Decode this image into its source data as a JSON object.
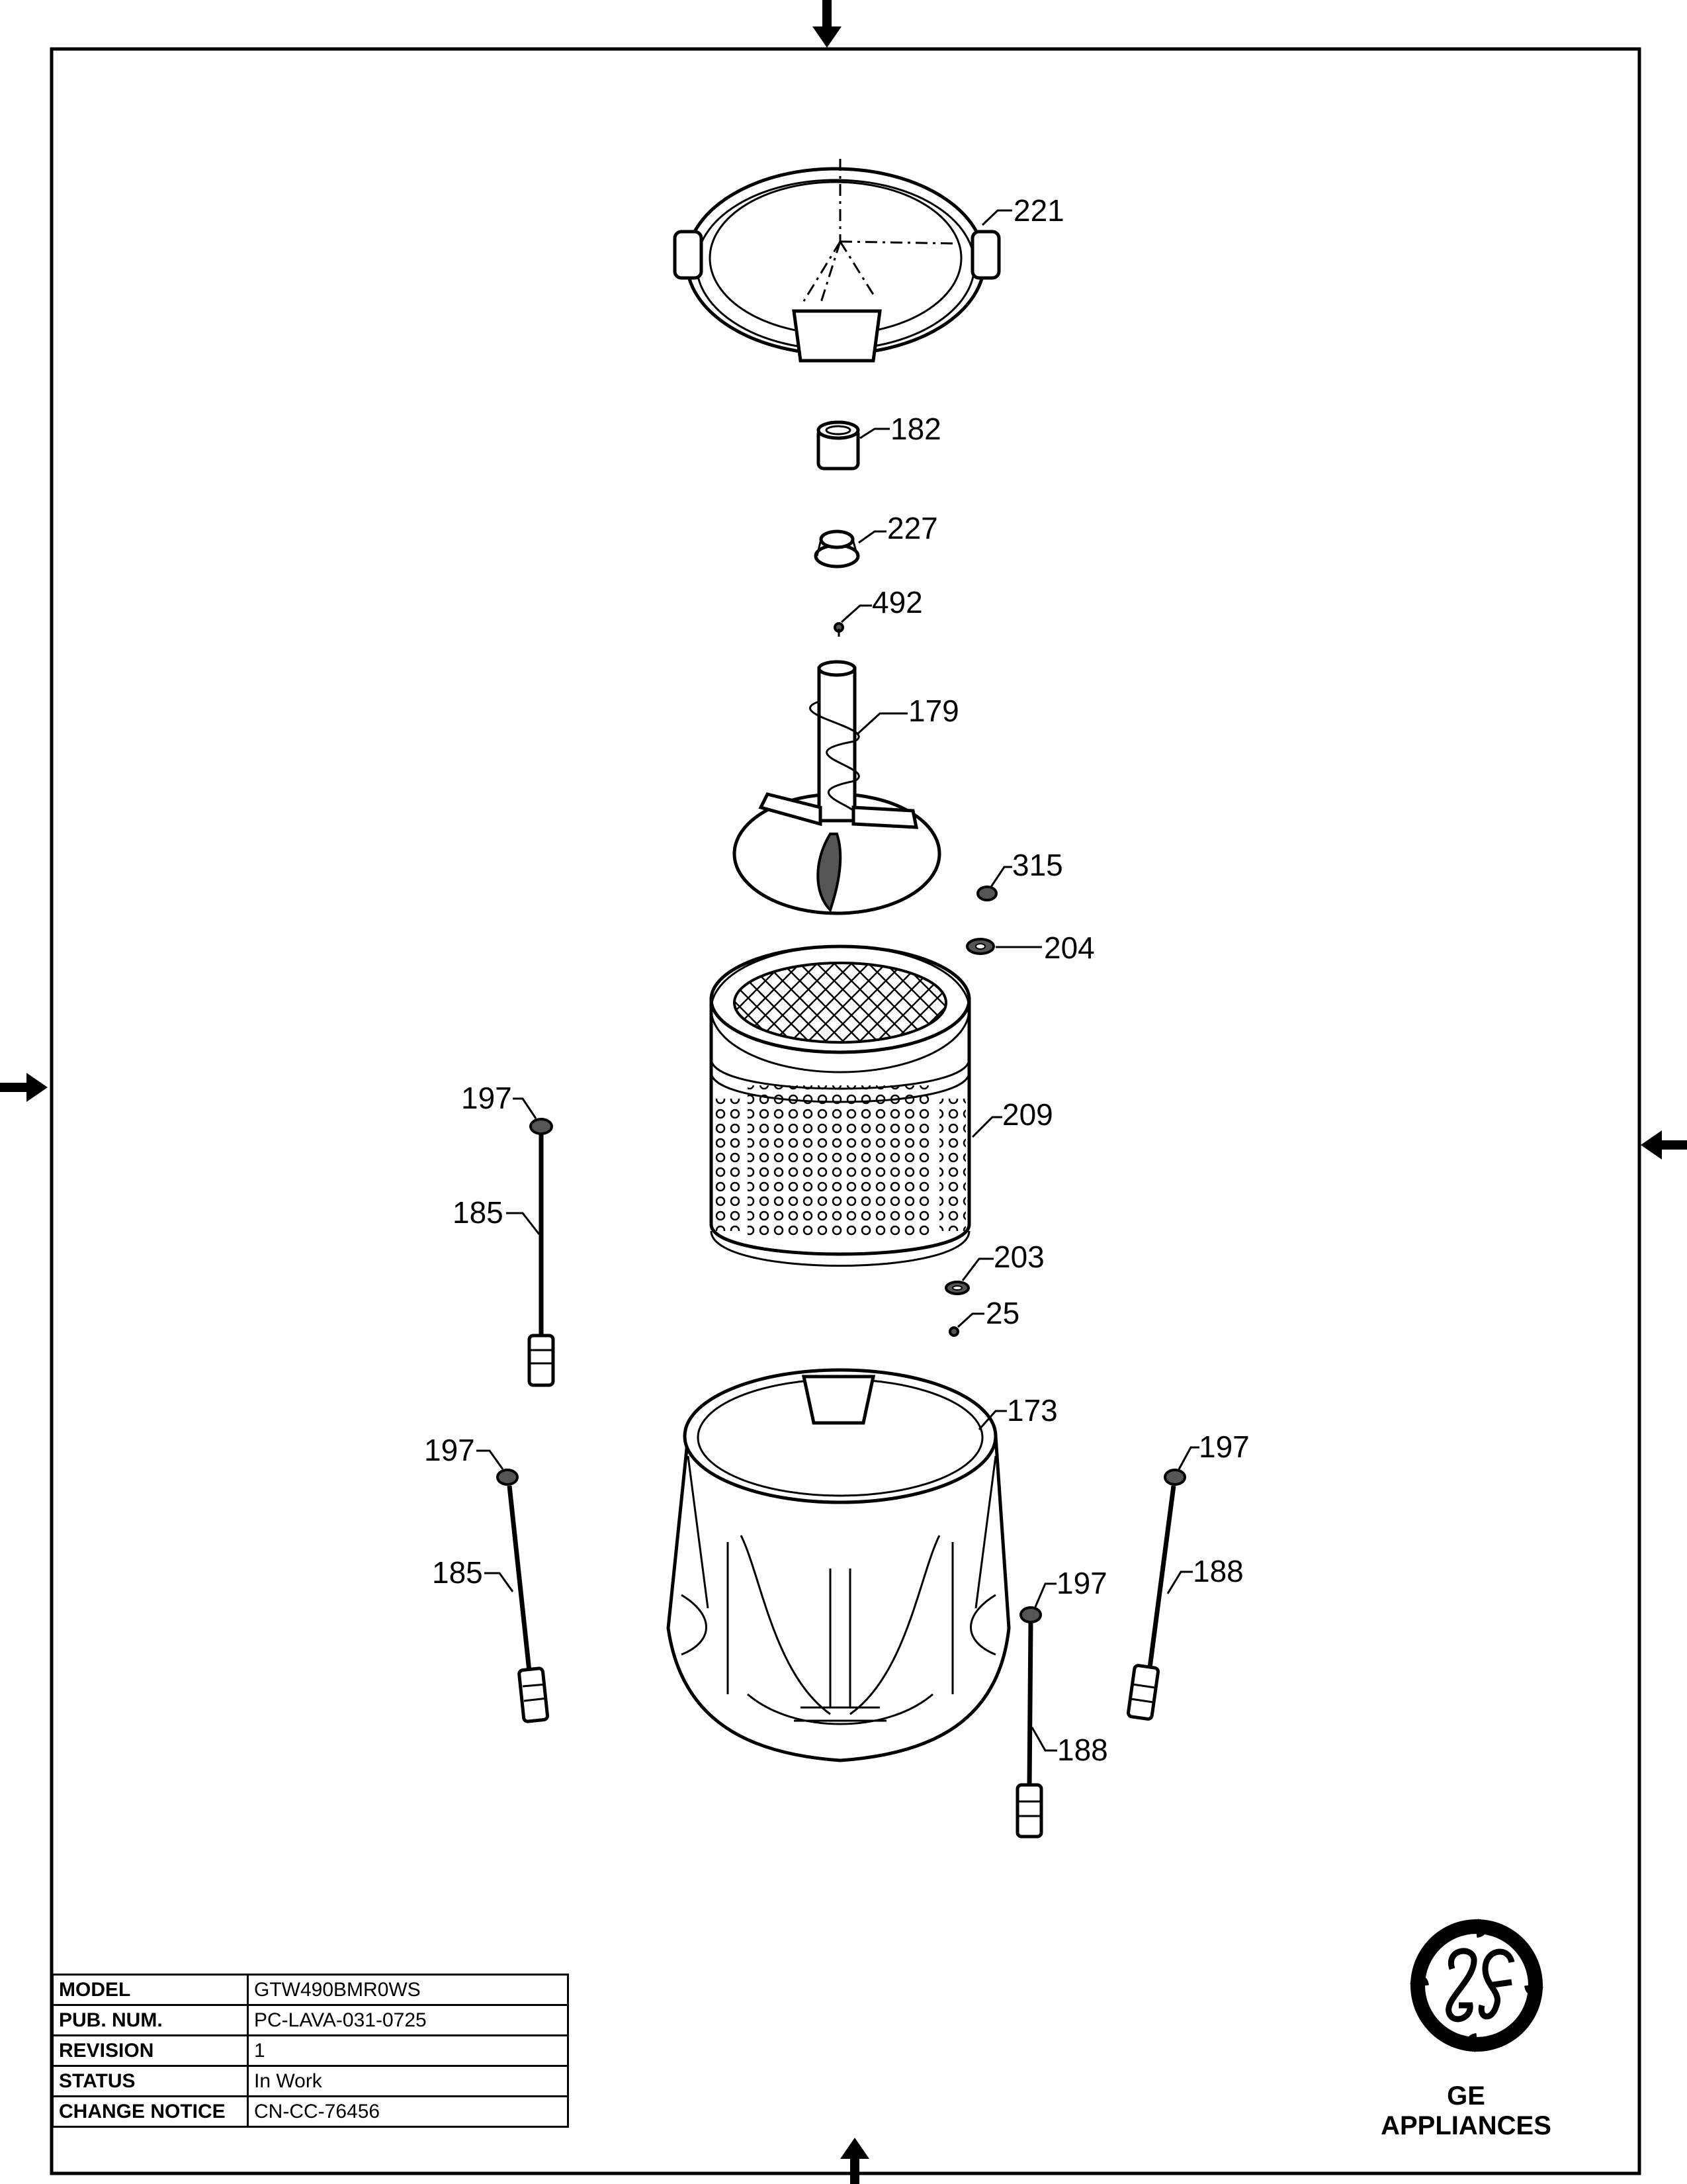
{
  "callouts": {
    "c221": "221",
    "c182": "182",
    "c227": "227",
    "c492": "492",
    "c179": "179",
    "c315": "315",
    "c204": "204",
    "c209": "209",
    "c203": "203",
    "c25": "25",
    "c173": "173",
    "c197a": "197",
    "c185a": "185",
    "c197b": "197",
    "c185b": "185",
    "c197c": "197",
    "c188a": "188",
    "c197d": "197",
    "c188b": "188"
  },
  "title_block": {
    "model_label": "MODEL",
    "model_value": "GTW490BMR0WS",
    "pub_label": "PUB. NUM.",
    "pub_value": "PC-LAVA-031-0725",
    "revision_label": "REVISION",
    "revision_value": "1",
    "status_label": "STATUS",
    "status_value": "In Work",
    "change_label": "CHANGE NOTICE",
    "change_value": "CN-CC-76456"
  },
  "brand": {
    "name": "GE APPLIANCES",
    "logo_icon": "ge-monogram-logo"
  }
}
